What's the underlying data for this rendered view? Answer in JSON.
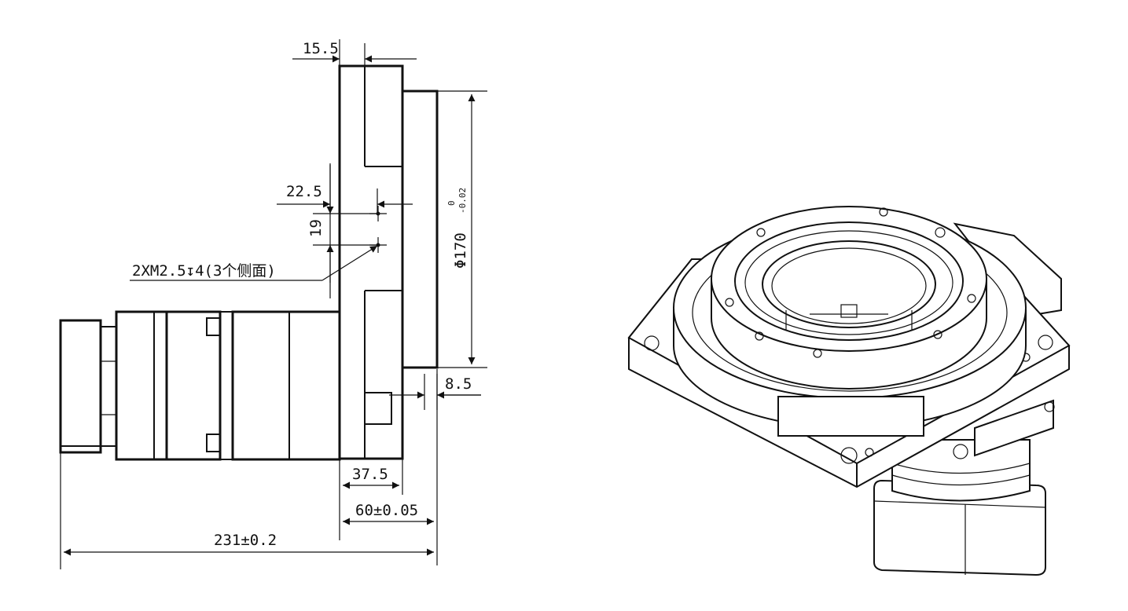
{
  "dimensions": {
    "d_15_5": "15.5",
    "d_22_5": "22.5",
    "d_19": "19",
    "d_phi170": "Φ170",
    "d_phi170_tol_upper": "0",
    "d_phi170_tol_lower": "-0.02",
    "d_8_5": "8.5",
    "d_37_5": "37.5",
    "d_60": "60±0.05",
    "d_231": "231±0.2"
  },
  "annotations": {
    "thread_note": "2XM2.5↧4(3个侧面)"
  }
}
